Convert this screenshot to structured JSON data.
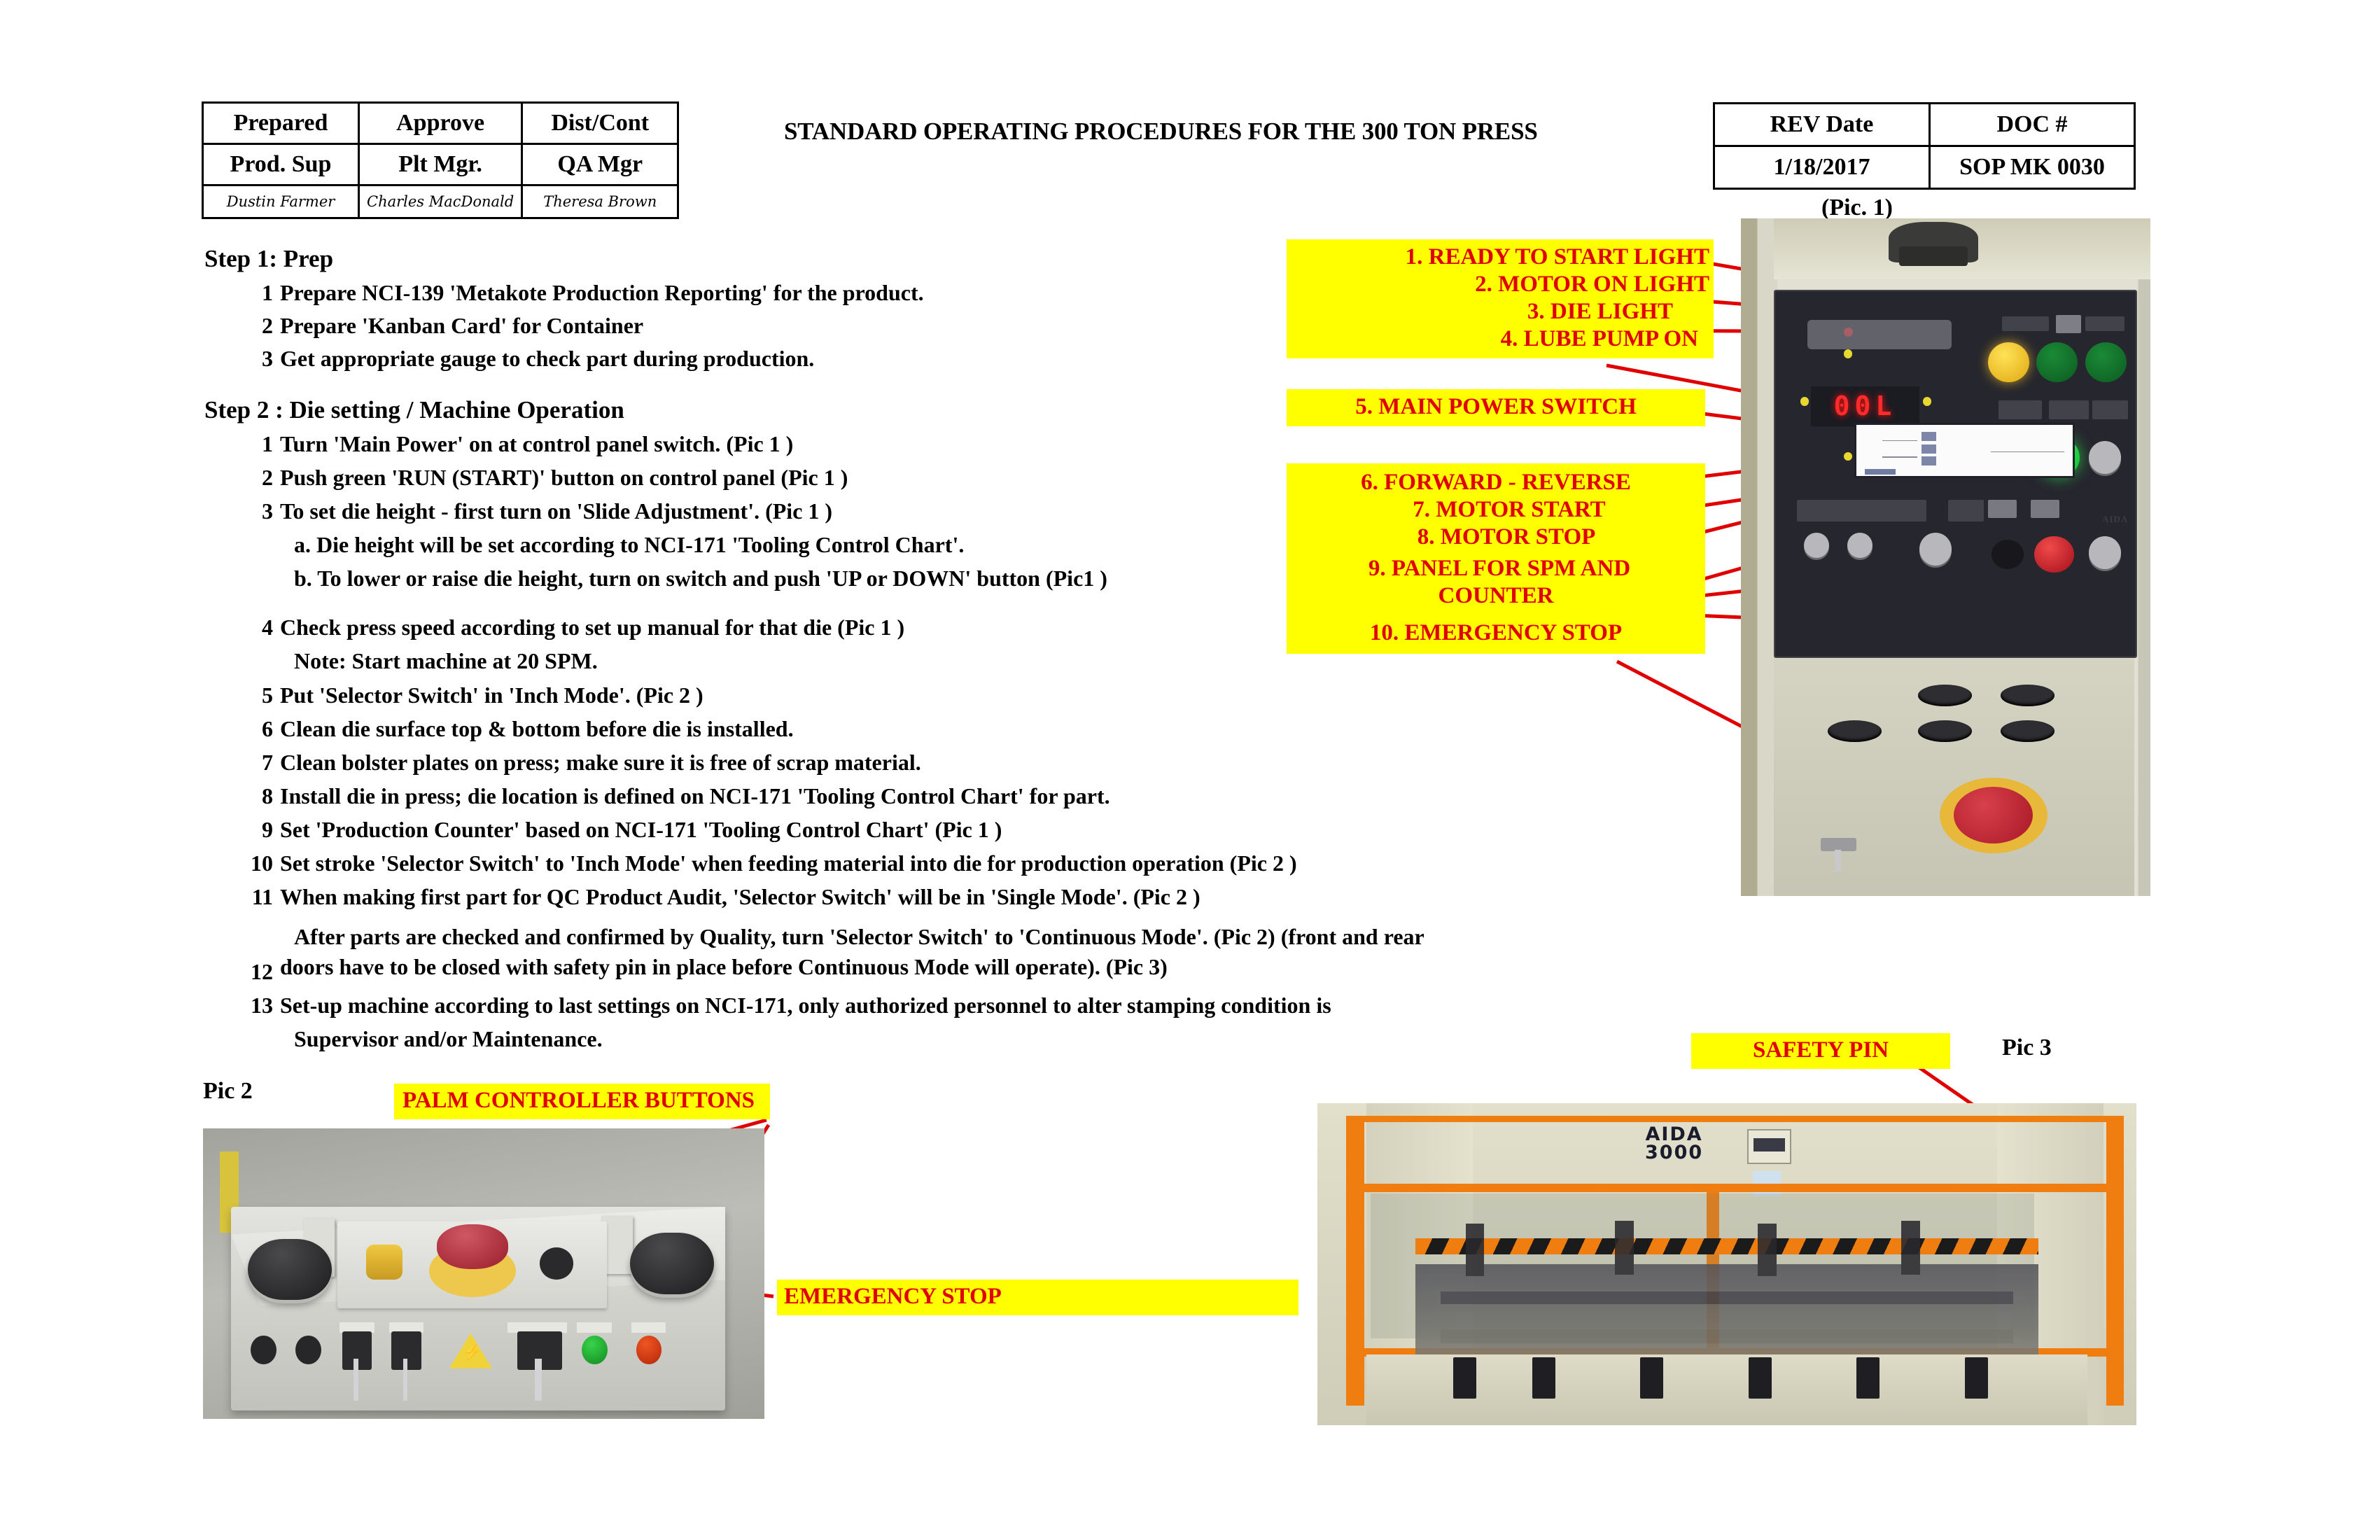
{
  "document": {
    "title": "STANDARD OPERATING PROCEDURES FOR THE 300 TON PRESS",
    "pic1_caption": "(Pic. 1)"
  },
  "approval_table": {
    "headers": [
      "Prepared",
      "Approve",
      "Dist/Cont"
    ],
    "roles": [
      "Prod. Sup",
      "Plt Mgr.",
      "QA Mgr"
    ],
    "signatures": [
      "Dustin Farmer",
      "Charles MacDonald",
      "Theresa Brown"
    ]
  },
  "doc_table": {
    "headers": [
      "REV  Date",
      "DOC #"
    ],
    "values": [
      "1/18/2017",
      "SOP MK 0030"
    ]
  },
  "step1": {
    "heading": "Step 1:  Prep",
    "items": [
      {
        "num": "1",
        "text": "Prepare NCI-139 'Metakote Production Reporting' for the product."
      },
      {
        "num": "2",
        "text": "Prepare 'Kanban Card' for Container"
      },
      {
        "num": "3",
        "text": "Get appropriate gauge to check part during production."
      }
    ]
  },
  "step2": {
    "heading": "Step 2 : Die setting / Machine Operation",
    "items": [
      {
        "num": "1",
        "text": "Turn 'Main Power' on at control panel switch.   (Pic 1 )"
      },
      {
        "num": "2",
        "text": "Push green 'RUN (START)' button on control panel      (Pic 1 )"
      },
      {
        "num": "3",
        "text": "To set die height - first turn on 'Slide Adjustment'. (Pic 1 )"
      },
      {
        "num": "",
        "text": "a.  Die height will be set according to NCI-171 'Tooling Control Chart'."
      },
      {
        "num": "",
        "text": "b. To lower or raise die height, turn on switch and push 'UP or DOWN'  button (Pic1 )"
      },
      {
        "num": "4",
        "text": "Check press speed according to set up manual  for that die  (Pic 1  )"
      },
      {
        "num": "",
        "text": "Note:  Start machine at 20 SPM."
      },
      {
        "num": "5",
        "text": "Put 'Selector Switch' in 'Inch Mode'.     (Pic 2 )"
      },
      {
        "num": "6",
        "text": "Clean die surface top & bottom before die is installed."
      },
      {
        "num": "7",
        "text": "Clean bolster plates on press; make sure it is free of scrap material."
      },
      {
        "num": "8",
        "text": "Install die in press; die location is defined on NCI-171 'Tooling Control Chart' for part."
      },
      {
        "num": "9",
        "text": "Set 'Production Counter' based on  NCI-171 'Tooling Control Chart'   (Pic 1 )"
      },
      {
        "num": "10",
        "text": "Set stroke 'Selector Switch' to 'Inch Mode' when feeding material into die for production operation    (Pic 2 )"
      },
      {
        "num": "11",
        "text": "When making first part for QC Product Audit, 'Selector Switch' will be in 'Single Mode'.     (Pic 2 )"
      },
      {
        "num": "",
        "text": "After parts are checked and confirmed by Quality, turn 'Selector Switch' to 'Continuous Mode'. (Pic 2) (front and rear"
      },
      {
        "num": "12",
        "text": "doors have to be closed with safety pin in place before Continuous Mode will operate). (Pic 3)"
      },
      {
        "num": "13",
        "text": "Set-up machine according to last settings on NCI-171, only authorized personnel to alter stamping condition is"
      },
      {
        "num": "",
        "text": "Supervisor and/or Maintenance."
      }
    ]
  },
  "callouts_pic1": {
    "group_a": [
      "1. READY TO START LIGHT",
      "2. MOTOR ON LIGHT",
      "3. DIE LIGHT",
      "4. LUBE PUMP ON"
    ],
    "group_b": "5. MAIN POWER SWITCH",
    "group_c": [
      "6. FORWARD - REVERSE",
      "7. MOTOR START",
      "8. MOTOR STOP",
      "9. PANEL FOR SPM AND",
      "COUNTER",
      "10. EMERGENCY STOP"
    ]
  },
  "pic2": {
    "label": "Pic 2",
    "callout_palm": "PALM CONTROLLER BUTTONS",
    "callout_estop": "EMERGENCY STOP"
  },
  "pic3": {
    "label": "Pic 3",
    "callout_safety_pin": "SAFETY PIN",
    "machine_logo_line1": "AIDA",
    "machine_logo_line2": "3000"
  },
  "pic1_panel": {
    "display_value": "00L"
  },
  "colors": {
    "highlight": "#ffff00",
    "callout_text": "#e00000",
    "leader_line": "#e00000",
    "guard_orange": "#f07d10"
  }
}
